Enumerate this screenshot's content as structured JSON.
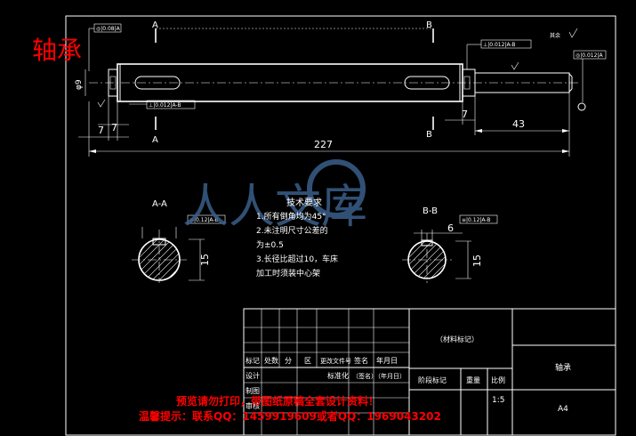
{
  "title_label": "轴承",
  "section_a": "A",
  "section_b": "B",
  "section_a_title": "A-A",
  "section_b_title": "B-B",
  "dims": {
    "total_length": "227",
    "right_len": "43",
    "left_7a": "7",
    "left_7b": "7",
    "right_7": "7",
    "phi": "φ9",
    "key_b_6": "6",
    "key_a_15": "15",
    "key_b_15": "15"
  },
  "tolerance_frames": {
    "top_left": "◎|0.08|A",
    "top_right": "⊥|0.012|A-B",
    "right_end": "◎|0.012|A",
    "bottom_left": "⊥|0.012|A-B",
    "sec_a": "≡|0.12|A-B",
    "sec_b": "≡|0.12|A-B"
  },
  "roughness_right": "其余",
  "tech": {
    "heading": "技术要求",
    "line1": "1.所有倒角均为45°",
    "line2": "2.未注明尺寸公差的",
    "line3": "为±0.5",
    "line4": "3.长径比超过10，车床",
    "line5": "加工时须装中心架"
  },
  "title_block": {
    "material_mark": "（材料标记）",
    "headers": [
      "标记",
      "处数",
      "分",
      "区",
      "更改文件号",
      "签名",
      "年月日"
    ],
    "row_design": "设计",
    "standardize": "标准化",
    "sign2": "（签名）",
    "date2": "（年月日）",
    "stage_mark": "阶段标记",
    "weight": "重量",
    "scale": "比例",
    "scale_value": "1:5",
    "part_name": "轴承",
    "size": "A4",
    "drawing": "制图",
    "review": "审核"
  },
  "watermark": "人人文库",
  "notice_line1": "预览请勿打印，带图纸原稿全套设计资料！",
  "notice_line2": "温馨提示：联系QQ：1459919609或者QQ：1969043202"
}
